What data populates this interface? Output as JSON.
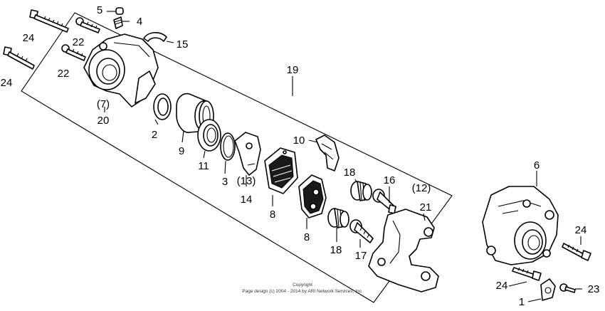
{
  "labels": {
    "l1": "1",
    "l2": "2",
    "l3": "3",
    "l4": "4",
    "l5": "5",
    "l6": "6",
    "l7": "(7)",
    "l8a": "8",
    "l8b": "8",
    "l9": "9",
    "l10": "10",
    "l11": "11",
    "l12": "(12)",
    "l13": "(13)",
    "l14": "14",
    "l15": "15",
    "l16": "16",
    "l17": "17",
    "l18a": "18",
    "l18b": "18",
    "l19": "19",
    "l20": "20",
    "l21": "21",
    "l22a": "22",
    "l22b": "22",
    "l23": "23",
    "l24a": "24",
    "l24b": "24",
    "l24c": "24",
    "l24d": "24"
  },
  "copyright": {
    "line1": "Copyright",
    "line2": "Page design (c) 2004 - 2014 by ARI Network Services, Inc."
  }
}
